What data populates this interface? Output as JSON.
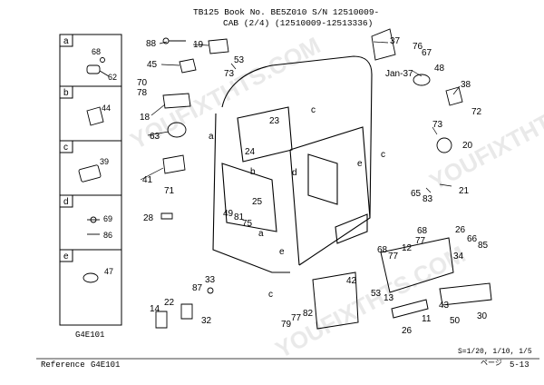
{
  "header": {
    "line1": "TB125  Book No. BE5Z010  S/N  12510009-",
    "line2": "CAB (2/4) (12510009-12513336)"
  },
  "panels": [
    {
      "letter": "a",
      "parts": [
        "68",
        "62"
      ]
    },
    {
      "letter": "b",
      "parts": [
        "44"
      ]
    },
    {
      "letter": "c",
      "parts": [
        "39"
      ]
    },
    {
      "letter": "d",
      "parts": [
        "69",
        "86"
      ]
    },
    {
      "letter": "e",
      "parts": [
        "47"
      ]
    }
  ],
  "callouts": {
    "p88": "88",
    "p19": "19",
    "p45": "45",
    "p53": "53",
    "p73a": "73",
    "p70": "70",
    "p78": "78",
    "p18": "18",
    "p63": "63",
    "pa1": "a",
    "p24": "24",
    "p23": "23",
    "pc1": "c",
    "p37": "37",
    "p76": "76",
    "p67": "67",
    "pjan": "Jan-37",
    "p48": "48",
    "p38": "38",
    "p72": "72",
    "p73b": "73",
    "p20": "20",
    "pc2": "c",
    "pe1": "e",
    "pd1": "d",
    "pb1": "b",
    "p41": "41",
    "p71": "71",
    "p65": "65",
    "p83": "83",
    "p21": "21",
    "p25": "25",
    "p49": "49",
    "p81": "81",
    "p75": "75",
    "p28": "28",
    "pa2": "a",
    "pe2": "e",
    "p68": "68",
    "p77": "77",
    "p12": "12",
    "p26": "26",
    "p66": "66",
    "p85": "85",
    "p34": "34",
    "p68b": "68",
    "p77b": "77",
    "p33": "33",
    "p87": "87",
    "p22": "22",
    "p14": "14",
    "p32": "32",
    "p42": "42",
    "pc3": "c",
    "p53b": "53",
    "p13": "13",
    "p11": "11",
    "p43": "43",
    "p50": "50",
    "p30": "30",
    "p79": "79",
    "p82": "82",
    "p26b": "26"
  },
  "figure_code": "G4E101",
  "footer": {
    "scale": "S=1/20, 1/10, 1/5",
    "page_label": "ページ",
    "page_number": "5-13",
    "reference_label": "Reference",
    "reference_value": "G4E101"
  },
  "watermark": "YOUFIXTHTS.COM"
}
